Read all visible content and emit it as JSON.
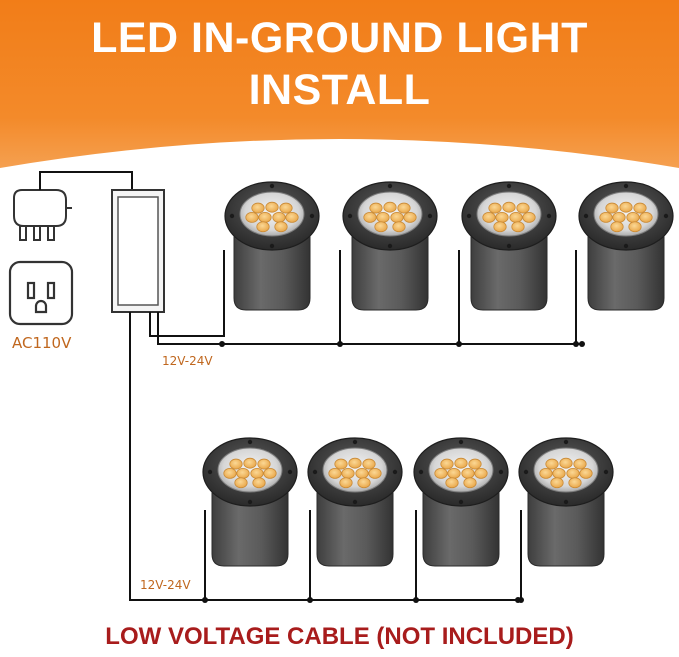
{
  "header": {
    "title_line1": "LED IN-GROUND LIGHT",
    "title_line2": "INSTALL"
  },
  "diagram": {
    "input_label": "AC110V",
    "output_label_row1": "12V-24V",
    "output_label_row2": "12V-24V",
    "light_count_row1": 4,
    "light_count_row2": 4,
    "led_chips_per_light": 9
  },
  "footer": {
    "note": "LOW VOLTAGE CABLE (NOT INCLUDED)"
  },
  "colors": {
    "banner": "#f07f1c",
    "banner_light": "#f7a04a",
    "title_text": "#ffffff",
    "label_text": "#c0671e",
    "footer_text": "#a81c1c",
    "wire": "#111111",
    "led_chip": "#f5c16b"
  },
  "icons": [
    "power-plug-icon",
    "wall-outlet-icon",
    "power-adapter-icon",
    "in-ground-light-icon"
  ]
}
